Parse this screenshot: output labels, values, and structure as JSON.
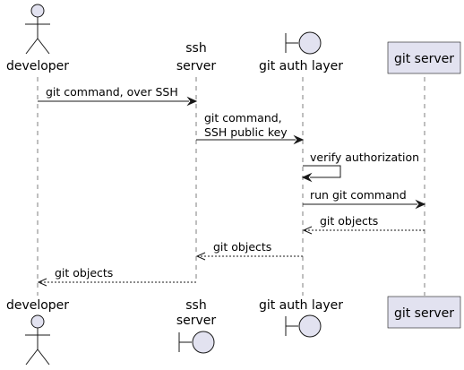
{
  "participants": {
    "developer": {
      "label": "developer",
      "kind": "actor"
    },
    "ssh_server": {
      "label_line1": "ssh",
      "label_line2": "server",
      "kind": "boundary"
    },
    "git_auth_layer": {
      "label": "git auth layer",
      "kind": "boundary"
    },
    "git_server": {
      "label": "git server",
      "kind": "participant"
    }
  },
  "messages": [
    {
      "from": "developer",
      "to": "ssh server",
      "label": "git command, over SSH",
      "style": "solid"
    },
    {
      "from": "ssh server",
      "to": "git auth layer",
      "label_line1": "git command,",
      "label_line2": "SSH public key",
      "style": "solid"
    },
    {
      "from": "git auth layer",
      "to": "git auth layer",
      "label": "verify authorization",
      "style": "solid"
    },
    {
      "from": "git auth layer",
      "to": "git server",
      "label": "run git command",
      "style": "solid"
    },
    {
      "from": "git server",
      "to": "git auth layer",
      "label": "git objects",
      "style": "dashed"
    },
    {
      "from": "git auth layer",
      "to": "ssh server",
      "label": "git objects",
      "style": "dashed"
    },
    {
      "from": "ssh server",
      "to": "developer",
      "label": "git objects",
      "style": "dashed"
    }
  ],
  "colors": {
    "participant_fill": "#e2e2f0",
    "stroke": "#181818",
    "lifeline": "#7f7f7f",
    "background": "#ffffff"
  }
}
